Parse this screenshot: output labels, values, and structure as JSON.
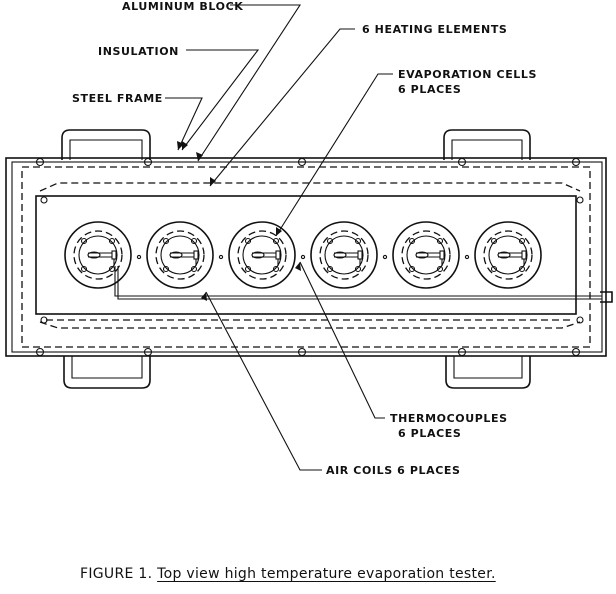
{
  "labels": {
    "aluminum_block": "ALUMINUM BLOCK",
    "heating_elements": "6 HEATING ELEMENTS",
    "insulation": "INSULATION",
    "evaporation_cells_1": "EVAPORATION CELLS",
    "evaporation_cells_2": "6 PLACES",
    "steel_frame": "STEEL FRAME",
    "thermocouples_1": "THERMOCOUPLES",
    "thermocouples_2": "6 PLACES",
    "air_coils": "AIR COILS 6 PLACES"
  },
  "caption": {
    "prefix": "FIGURE 1. ",
    "title": "Top view high temperature evaporation tester."
  },
  "cells_count": 6,
  "colors": {
    "ink": "#111111",
    "paper": "#ffffff"
  }
}
